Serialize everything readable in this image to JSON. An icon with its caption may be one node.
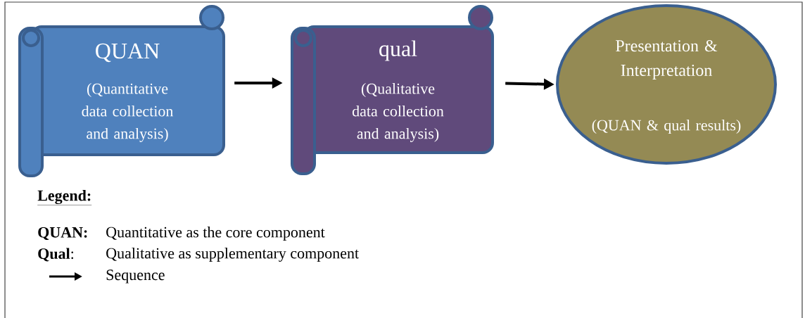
{
  "diagram": {
    "nodes": [
      {
        "text": [
          "QUAN",
          "(Quantitative data collection and analysis)"
        ]
      },
      {
        "text": [
          "qual",
          "(Qualitative data collection and analysis)"
        ]
      },
      {
        "text": [
          "Presentation & Interpretation",
          "(QUAN & qual results)"
        ]
      }
    ],
    "edges": [
      {
        "from": 0,
        "to": 1,
        "arrow": "to"
      },
      {
        "from": 1,
        "to": 2,
        "arrow": "to"
      }
    ],
    "labels": [
      "Legend:",
      "QUAN:",
      "Quantitative as the core component",
      "**Qual**:",
      "Qualitative as supplementary component"
    ],
    "legend": [
      {
        "text": "Sequence"
      }
    ]
  }
}
